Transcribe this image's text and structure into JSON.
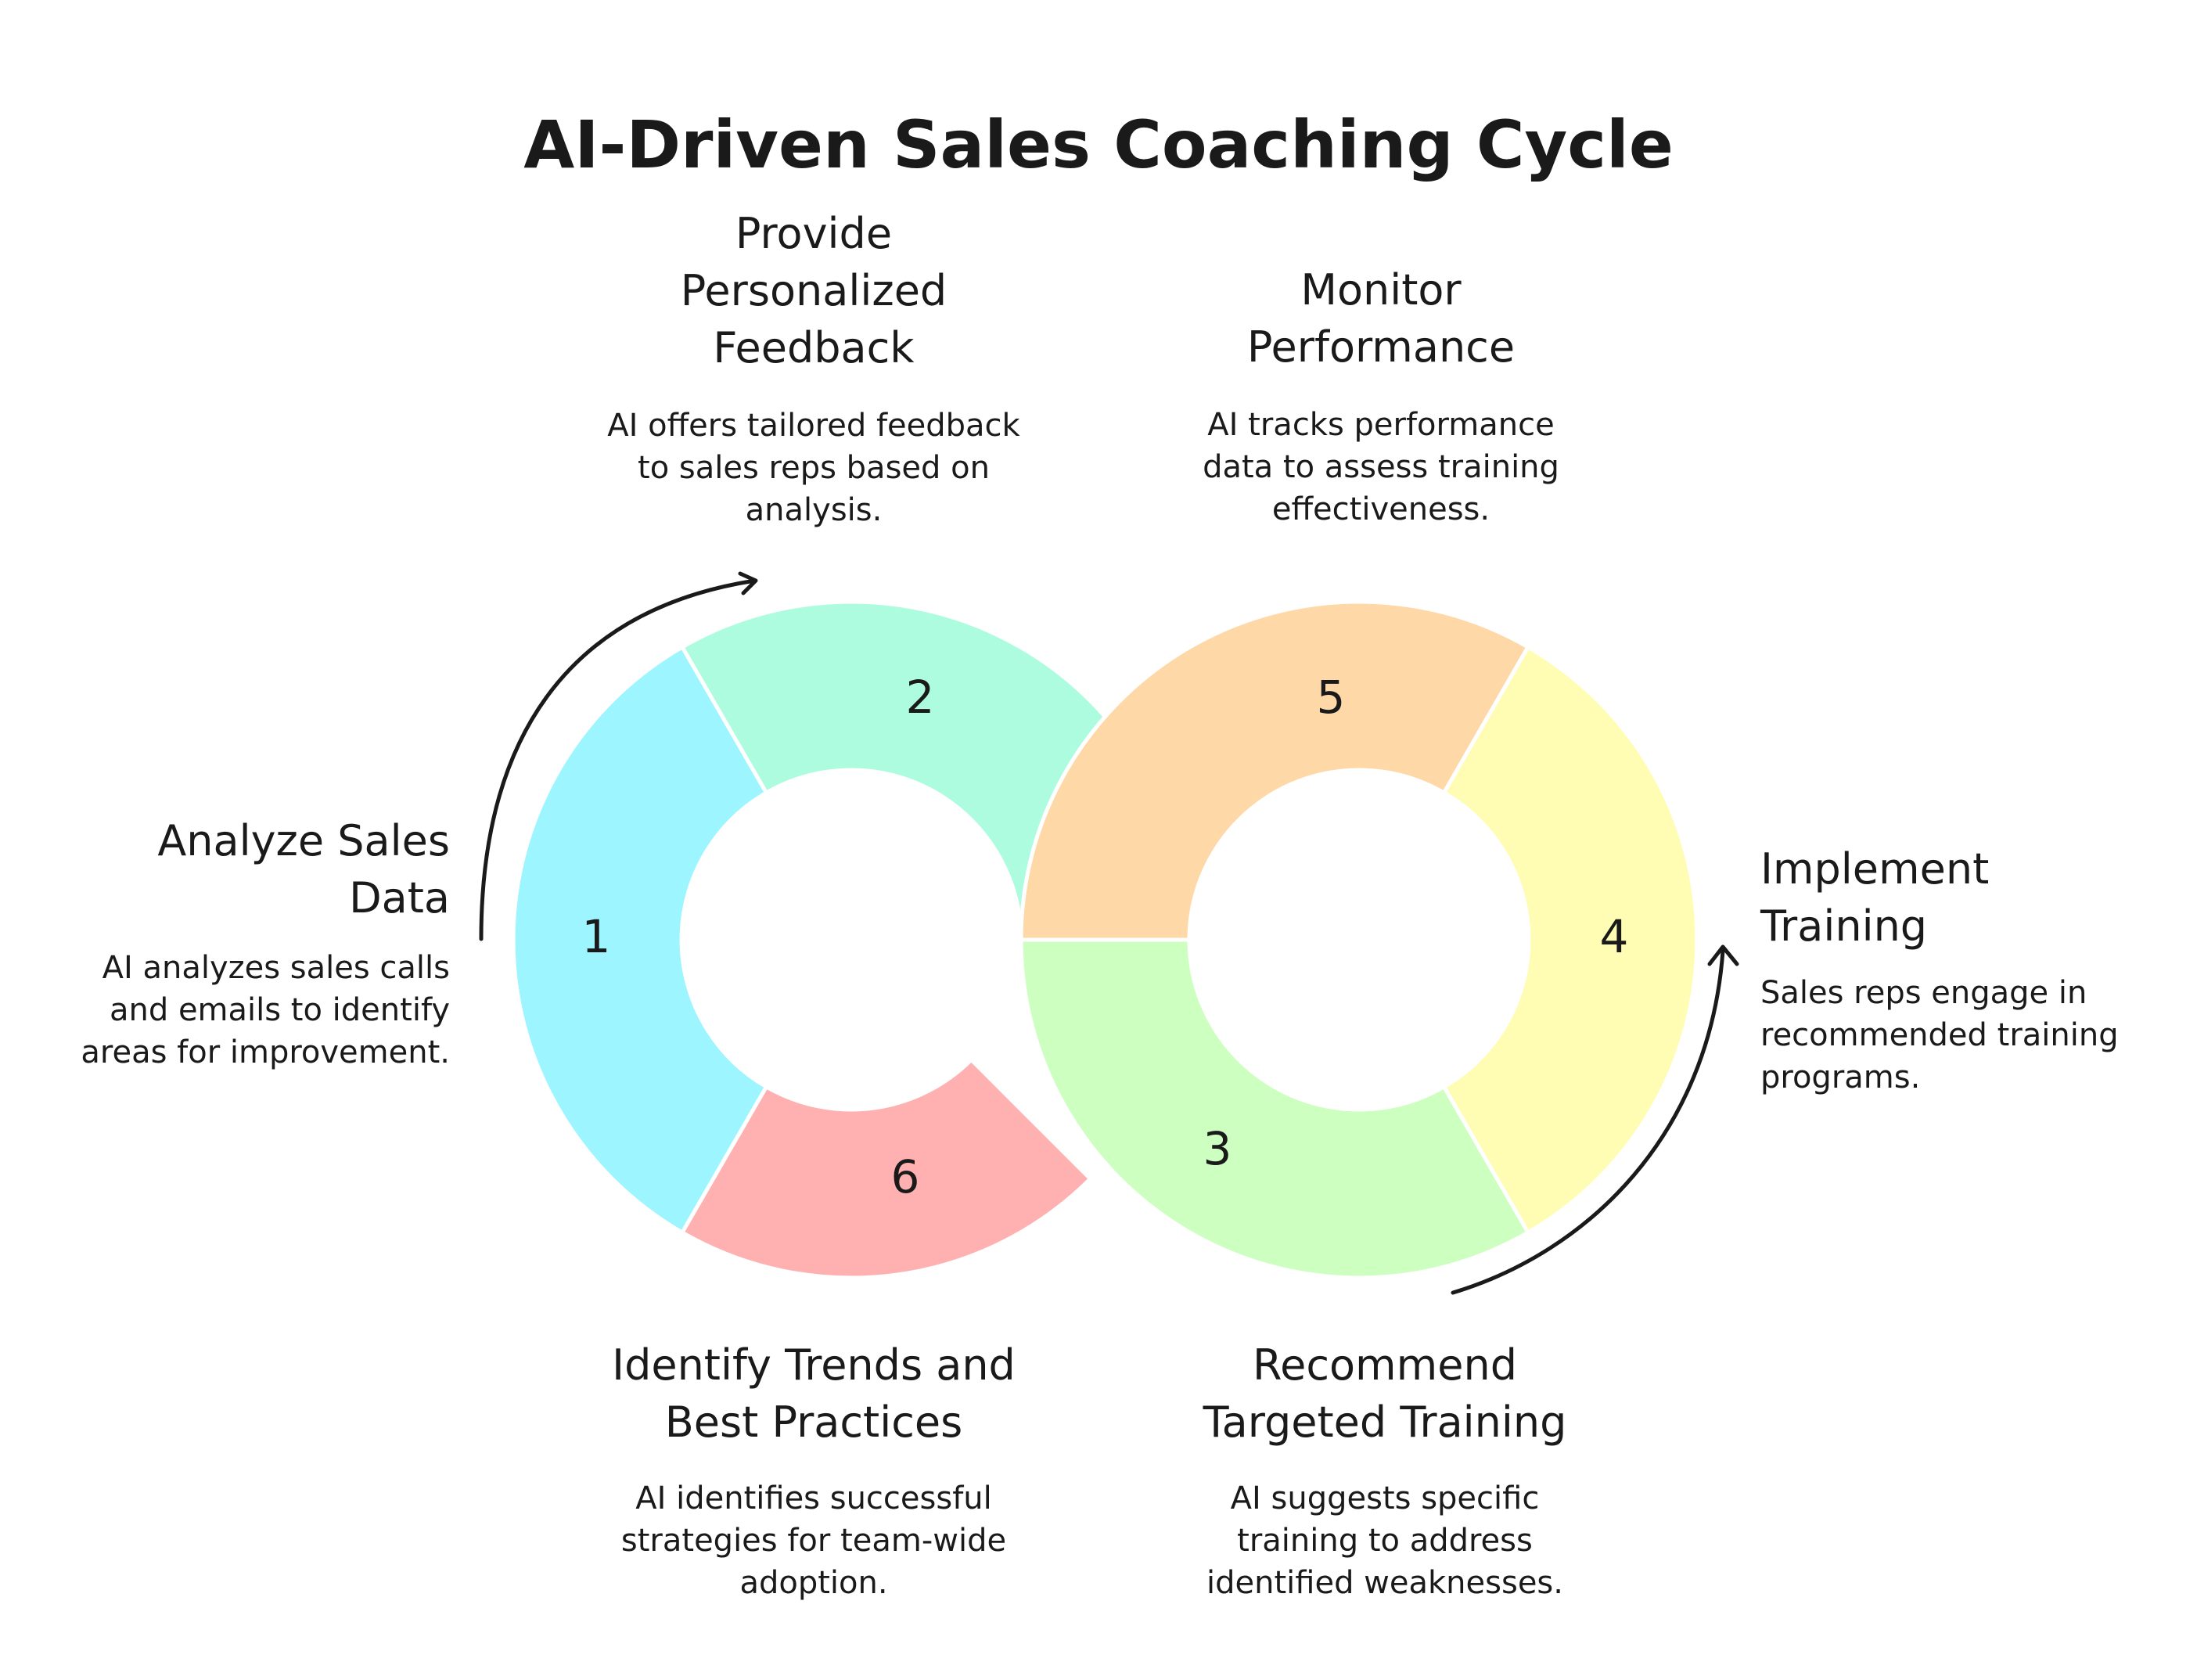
{
  "title": "AI-Driven Sales Coaching Cycle",
  "colors": {
    "segment_1": "#9cf5ff",
    "segment_2": "#aefcdf",
    "segment_3": "#cdffc0",
    "segment_4": "#fffdb4",
    "segment_5": "#ffd8a8",
    "segment_6": "#ffb0b0",
    "text": "#1a1a1a"
  },
  "segments": [
    {
      "number": "1"
    },
    {
      "number": "2"
    },
    {
      "number": "3"
    },
    {
      "number": "4"
    },
    {
      "number": "5"
    },
    {
      "number": "6"
    }
  ],
  "steps": [
    {
      "title": "Analyze Sales Data",
      "description": "AI analyzes sales calls and emails to identify areas for improvement."
    },
    {
      "title": "Provide Personalized Feedback",
      "description": "AI offers tailored feedback to sales reps based on analysis."
    },
    {
      "title": "Recommend Targeted Training",
      "description": "AI suggests specific training to address identified weaknesses."
    },
    {
      "title": "Implement Training",
      "description": "Sales reps engage in recommended training programs."
    },
    {
      "title": "Monitor Performance",
      "description": "AI tracks performance data to assess training effectiveness."
    },
    {
      "title": "Identify Trends and Best Practices",
      "description": "AI identifies successful strategies for team-wide adoption."
    }
  ]
}
